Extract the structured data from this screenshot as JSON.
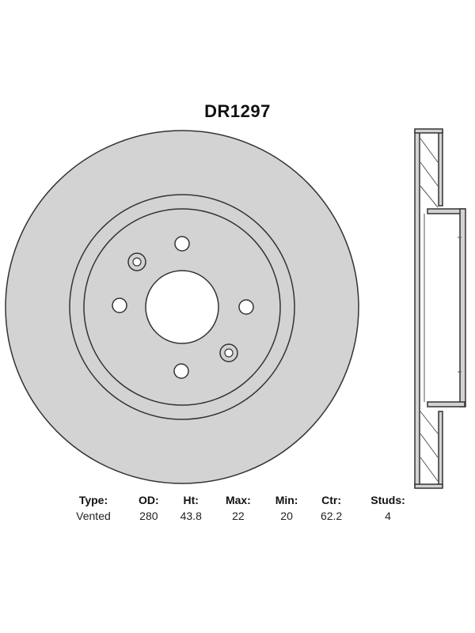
{
  "part_number": "DR1297",
  "colors": {
    "rotor_fill": "#d3d3d3",
    "outline": "#333333",
    "hole_fill": "#ffffff"
  },
  "specs": {
    "headers": [
      "Type:",
      "OD:",
      "Ht:",
      "Max:",
      "Min:",
      "Ctr:",
      "Studs:"
    ],
    "values": [
      "Vented",
      "280",
      "43.8",
      "22",
      "20",
      "62.2",
      "4"
    ]
  }
}
